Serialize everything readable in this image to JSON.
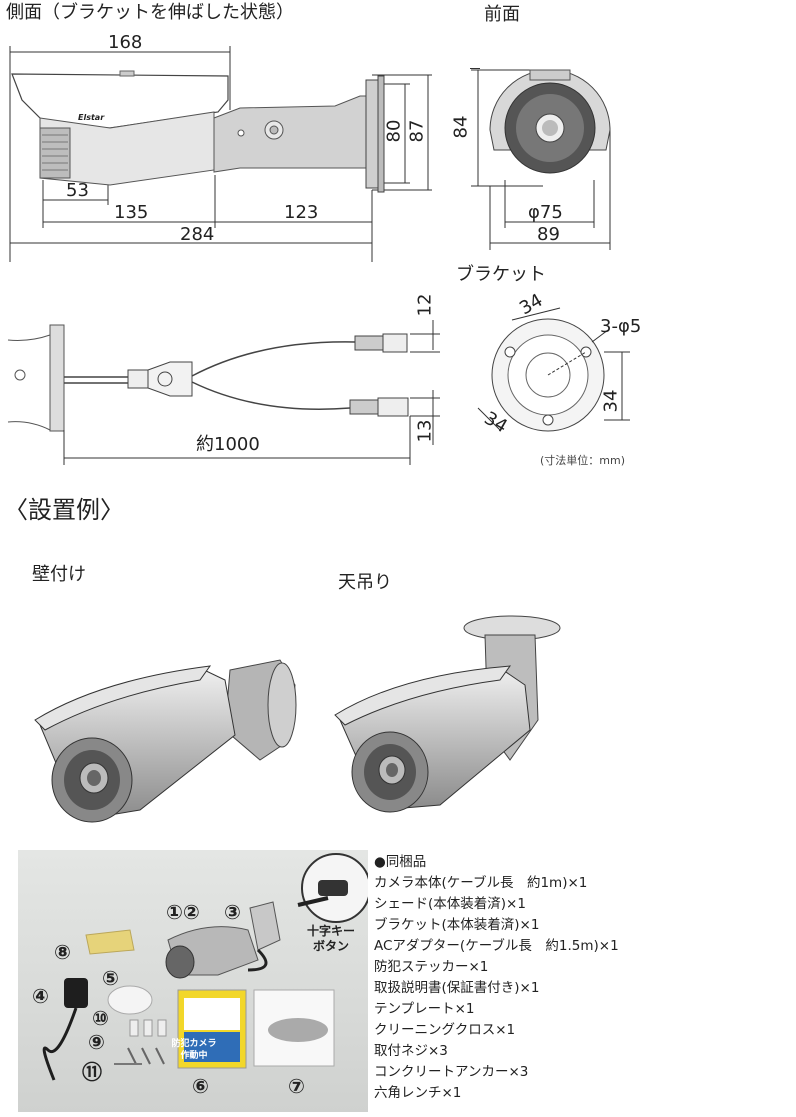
{
  "views": {
    "side_title": "側面（ブラケットを伸ばした状態）",
    "front_title": "前面",
    "bracket_title": "ブラケット",
    "unit_note": "(寸法単位：mm)"
  },
  "side_dims": {
    "d168": "168",
    "d80": "80",
    "d87": "87",
    "d53": "53",
    "d135": "135",
    "d123": "123",
    "d284": "284",
    "brand": "Elstar"
  },
  "front_dims": {
    "d84": "84",
    "d75": "φ75",
    "d89": "89"
  },
  "bracket_dims": {
    "d34_top": "34",
    "d34_right": "34",
    "d34_bottom": "34",
    "holes": "3-φ5"
  },
  "cable_dims": {
    "d12": "12",
    "d13": "13",
    "length": "約1000"
  },
  "install": {
    "title": "〈設置例〉",
    "wall_label": "壁付け",
    "ceiling_label": "天吊り"
  },
  "photo": {
    "callout": "十字キー\nボタン",
    "callout_line1": "十字キー",
    "callout_line2": "ボタン",
    "sticker_line1": "防犯カメラ",
    "sticker_line2": "作動中",
    "numbers": [
      "①②",
      "③",
      "④",
      "⑤",
      "⑥",
      "⑦",
      "⑧",
      "⑨",
      "⑩",
      "⑪"
    ]
  },
  "contents": {
    "header": "●同梱品",
    "items": [
      "カメラ本体(ケーブル長　約1m)×1",
      "シェード(本体装着済)×1",
      "ブラケット(本体装着済)×1",
      "ACアダプター(ケーブル長　約1.5m)×1",
      "防犯ステッカー×1",
      "取扱説明書(保証書付き)×1",
      "テンプレート×1",
      "クリーニングクロス×1",
      "取付ネジ×3",
      "コンクリートアンカー×3",
      "六角レンチ×1"
    ]
  }
}
